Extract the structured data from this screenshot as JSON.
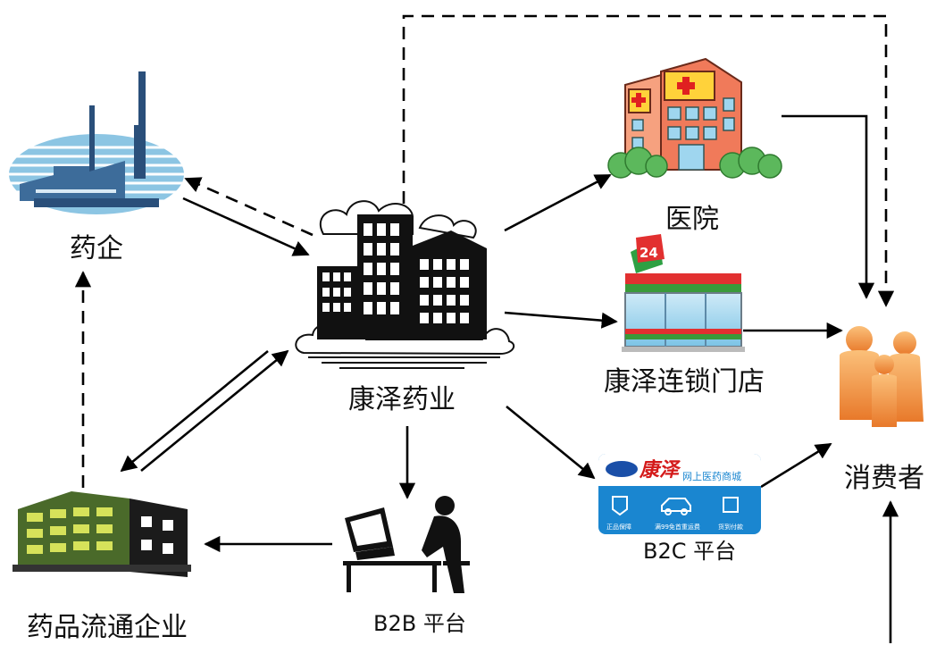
{
  "nodes": {
    "pharma_company": "药企",
    "kangze": "康泽药业",
    "hospital": "医院",
    "chain_store": "康泽连锁门店",
    "consumer": "消费者",
    "distribution": "药品流通企业",
    "b2b": "B2B 平台",
    "b2c": "B2C 平台"
  },
  "store_sign": "24",
  "b2c_card": {
    "brand": "康泽",
    "tagline": "网上医药商城",
    "features": [
      "正品保障",
      "满99免首重运费",
      "货到付款"
    ]
  },
  "colors": {
    "arrow": "#000000",
    "hospital": "#f07a5a",
    "store_green": "#3a9a3a",
    "card_blue": "#1a86d0",
    "consumer": "#f5a04a"
  }
}
